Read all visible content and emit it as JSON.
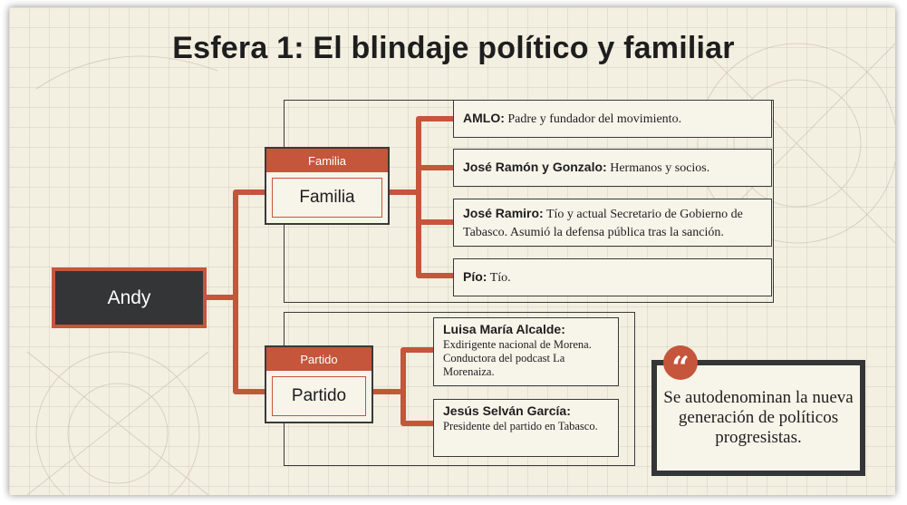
{
  "title": "Esfera 1: El blindaje político y familiar",
  "root": {
    "label": "Andy"
  },
  "familia": {
    "header": "Familia",
    "label": "Familia",
    "members": [
      {
        "name": "AMLO:",
        "desc": " Padre y fundador del movimiento."
      },
      {
        "name": "José Ramón y Gonzalo:",
        "desc": " Hermanos y socios."
      },
      {
        "name": "José Ramiro:",
        "desc": " Tío y actual Secretario de Gobierno de Tabasco. Asumió la defensa pública tras la sanción."
      },
      {
        "name": "Pío:",
        "desc": " Tío."
      }
    ]
  },
  "partido": {
    "header": "Partido",
    "label": "Partido",
    "members": [
      {
        "name": "Luisa María Alcalde:",
        "desc": "Exdirigente nacional de Morena. Conductora del podcast La Morenaiza."
      },
      {
        "name": "Jesús Selván García:",
        "desc": "Presidente del partido en Tabasco."
      }
    ]
  },
  "quote": {
    "icon": "quote-icon",
    "text": "Se autodenominan la nueva generación de políticos progresistas."
  },
  "colors": {
    "accent": "#c5553b",
    "dark": "#333536",
    "background": "#f3efe1"
  }
}
